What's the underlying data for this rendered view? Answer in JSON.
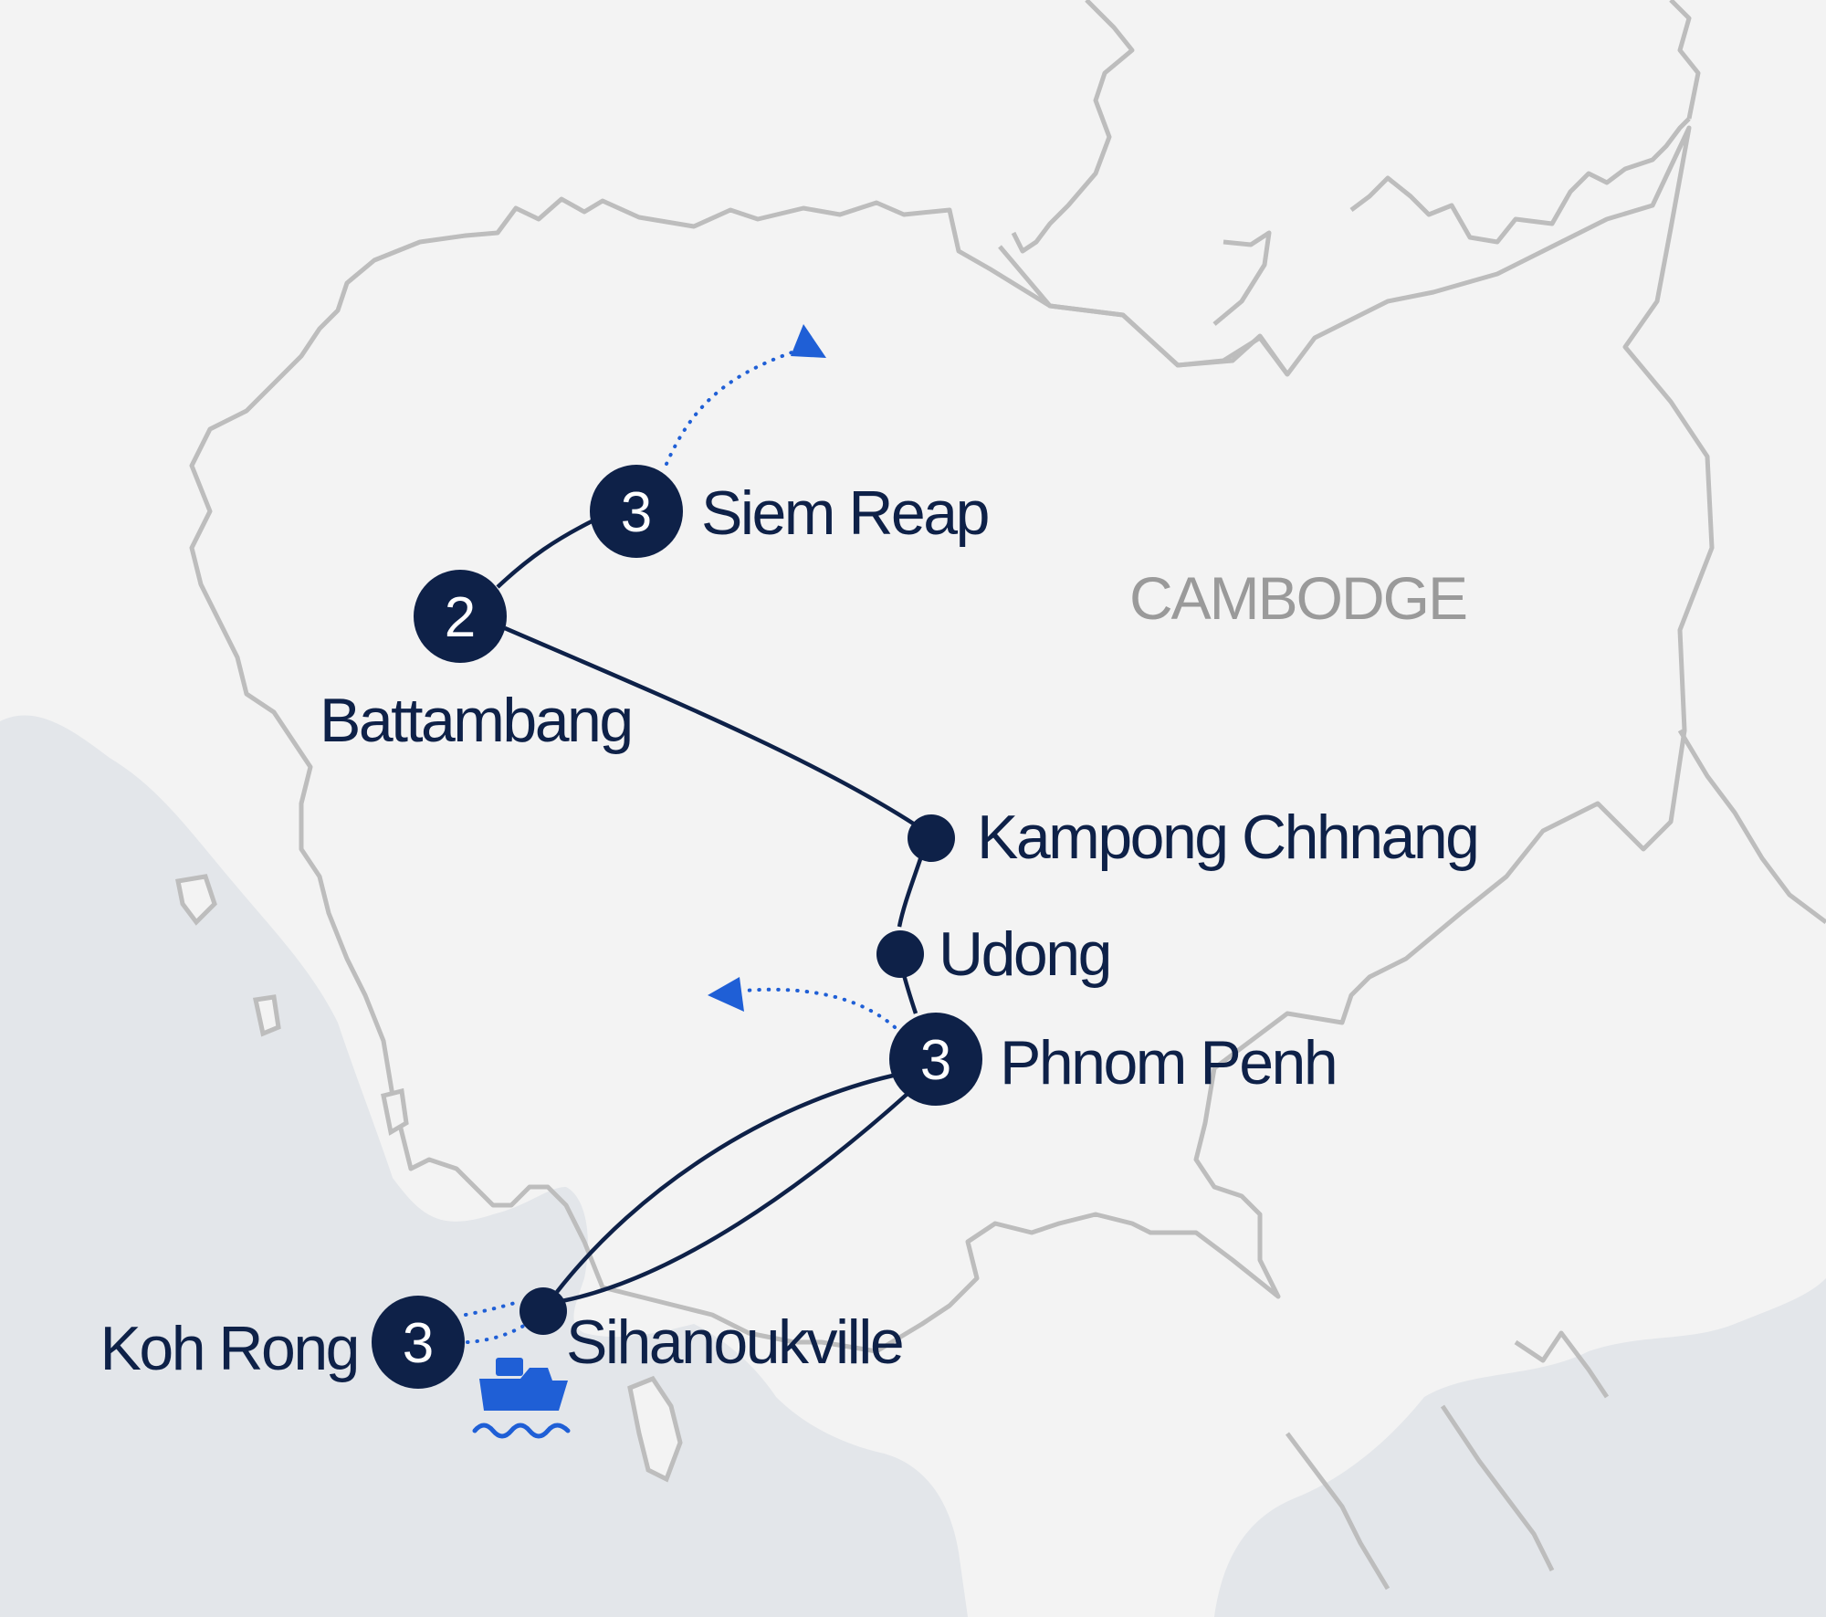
{
  "map": {
    "country_label": "CAMBODGE",
    "colors": {
      "land": "#f3f3f3",
      "sea": "#e3e6ea",
      "border": "#bdbdbd",
      "route": "#0e2148",
      "accent": "#1f5fd6",
      "country_text": "#9a9a9a"
    },
    "stops": [
      {
        "name": "Siem Reap",
        "nights": "3"
      },
      {
        "name": "Battambang",
        "nights": "2"
      },
      {
        "name": "Kampong Chhnang"
      },
      {
        "name": "Udong"
      },
      {
        "name": "Phnom Penh",
        "nights": "3"
      },
      {
        "name": "Sihanoukville"
      },
      {
        "name": "Koh Rong",
        "nights": "3"
      }
    ],
    "icons": [
      "excursion-arrow-icon",
      "boat-icon"
    ]
  }
}
